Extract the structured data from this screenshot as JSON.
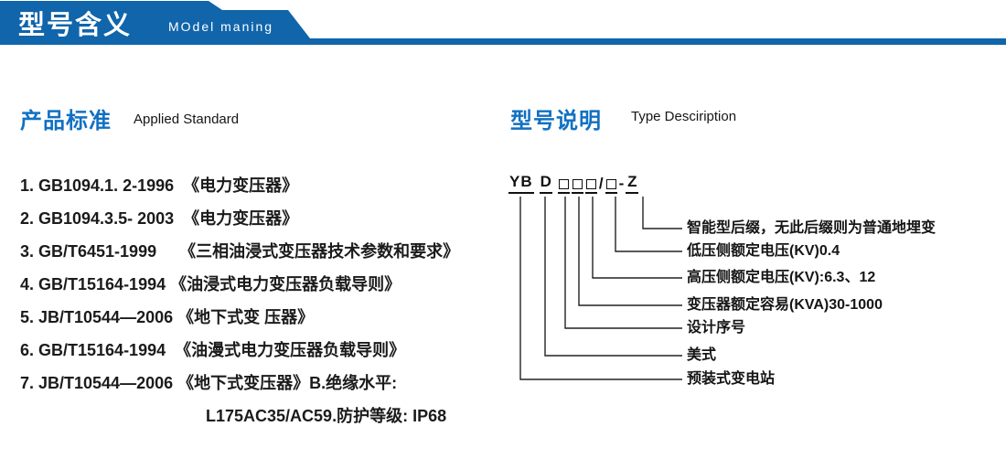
{
  "header": {
    "title": "型号含义",
    "subtitle": "MOdel maning"
  },
  "sections": {
    "standards": {
      "title_cn": "产品标准",
      "title_en": "Applied Standard"
    },
    "model": {
      "title_cn": "型号说明",
      "title_en": "Type Desciription"
    }
  },
  "standards": {
    "items": [
      "1. GB1094.1. 2-1996  《电力变压器》",
      "2. GB1094.3.5- 2003  《电力变压器》",
      "3. GB/T6451-1999     《三相油浸式变压器技术参数和要求》",
      "4. GB/T15164-1994 《油浸式电力变压器负载导则》",
      "5. JB/T10544—2006 《地下式变 压器》",
      "6. GB/T15164-1994  《油漫式电力变压器负载导则》",
      "7. JB/T10544—2006 《地下式变压器》B.绝缘水平:",
      "L175AC35/AC59.防护等级: IP68"
    ]
  },
  "diagram": {
    "code": {
      "prefix": "YB",
      "series": "D",
      "slash": "/",
      "dash": "-",
      "suffix": "Z",
      "placeholder_glyph": "□"
    },
    "labels": [
      "智能型后缀，无此后缀则为普通地埋变",
      "低压侧额定电压(KV)0.4",
      "高压侧额定电压(KV):6.3、12",
      "变压器额定容易(KVA)30-1000",
      "设计序号",
      "美式",
      "预装式变电站"
    ]
  },
  "colors": {
    "banner_blue": "#1065ab",
    "section_title_blue": "#1170c2",
    "text_black": "#1a1a1a"
  }
}
